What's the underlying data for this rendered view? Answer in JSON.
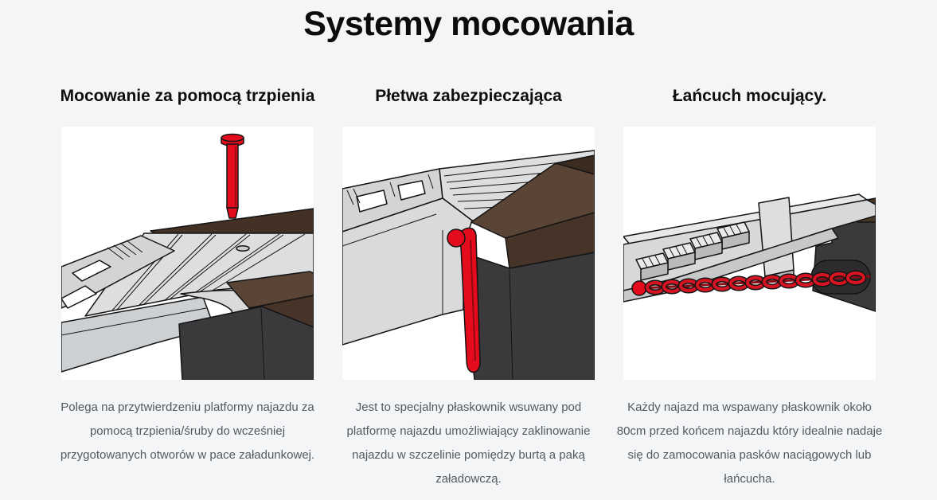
{
  "page": {
    "title": "Systemy mocowania",
    "background_color": "#f4f5f7",
    "accent_red": "#e30b1c",
    "caption_color": "#54595f"
  },
  "columns": [
    {
      "heading": "Mocowanie za pomocą trzpienia",
      "illustration": "ramp-with-red-locking-pin",
      "caption": "Polega na przytwierdzeniu platformy najazdu za pomocą trzpienia/śruby do wcześniej przygotowanych otworów w pace załadunkowej."
    },
    {
      "heading": "Płetwa zabezpieczająca",
      "illustration": "ramp-with-red-safety-fin",
      "caption": "Jest to specjalny płaskownik wsuwany pod platformę najazdu umożliwiający zaklinowanie najazdu w szczelinie pomiędzy burtą a paką załadowczą."
    },
    {
      "heading": "Łańcuch mocujący.",
      "illustration": "ramp-with-red-securing-chain",
      "caption": "Każdy najazd ma wspawany płaskownik około 80cm przed końcem najazdu który idealnie nadaje się do zamocowania pasków naciągowych lub łańcucha."
    }
  ]
}
